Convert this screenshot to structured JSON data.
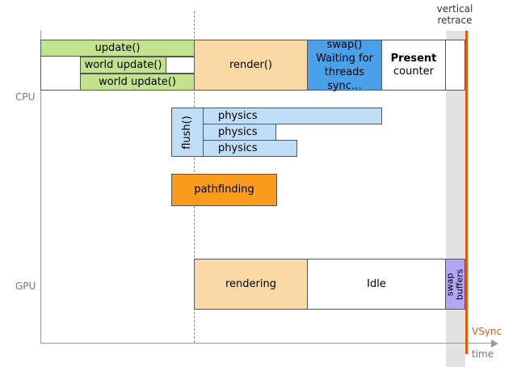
{
  "header": {
    "vertical_retrace": "vertical\nretrace"
  },
  "rows": {
    "cpu": "CPU",
    "gpu": "GPU"
  },
  "cpu": {
    "update": "update()",
    "world_update_1": "world update()",
    "world_update_2": "world update()",
    "render": "render()",
    "swap": "swap()\nWaiting for\nthreads sync…",
    "present_title": "Present",
    "present_sub": "counter",
    "flush": "flush()",
    "physics_1": "physics",
    "physics_2": "physics",
    "physics_3": "physics",
    "pathfinding": "pathfinding"
  },
  "gpu": {
    "rendering": "rendering",
    "idle": "Idle",
    "swap_buffers": "swap\nbuffers"
  },
  "axis": {
    "vsync": "VSync",
    "time": "time"
  },
  "colors": {
    "update_green": "#c2e28e",
    "render_peach": "#fbd9a4",
    "swap_blue": "#4aa0e9",
    "physics_lightblue": "#c0ddf6",
    "pathfinding_orange": "#f99b1c",
    "swap_buffers_purple": "#b3a7f4",
    "vsync_line": "#e8590c",
    "retrace_band": "#e2e2e2"
  }
}
